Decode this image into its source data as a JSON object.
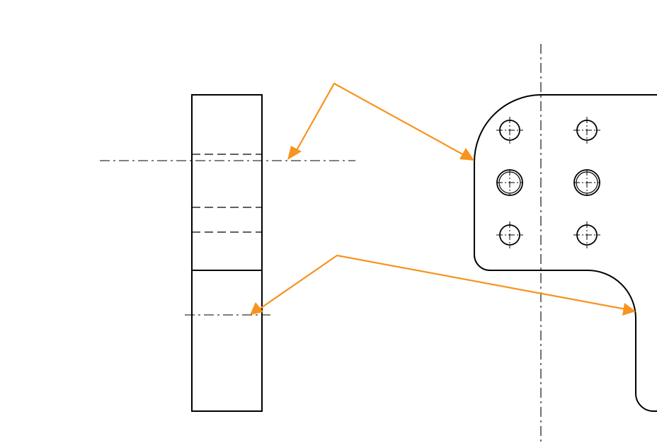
{
  "colors": {
    "line": "#000000",
    "pointer": "#f7931e",
    "background": "#ffffff"
  },
  "holes": [
    {
      "row": 1,
      "col": 1,
      "style": "single"
    },
    {
      "row": 1,
      "col": 2,
      "style": "single"
    },
    {
      "row": 2,
      "col": 1,
      "style": "double"
    },
    {
      "row": 2,
      "col": 2,
      "style": "double"
    },
    {
      "row": 3,
      "col": 1,
      "style": "single"
    },
    {
      "row": 3,
      "col": 2,
      "style": "single"
    }
  ],
  "pointers": [
    {
      "name": "upper-pointer",
      "targets": [
        "side-view-upper-centerline",
        "front-view-upper-left-fillet"
      ]
    },
    {
      "name": "lower-pointer",
      "targets": [
        "side-view-lower-centerline",
        "front-view-step-fillet"
      ]
    }
  ]
}
